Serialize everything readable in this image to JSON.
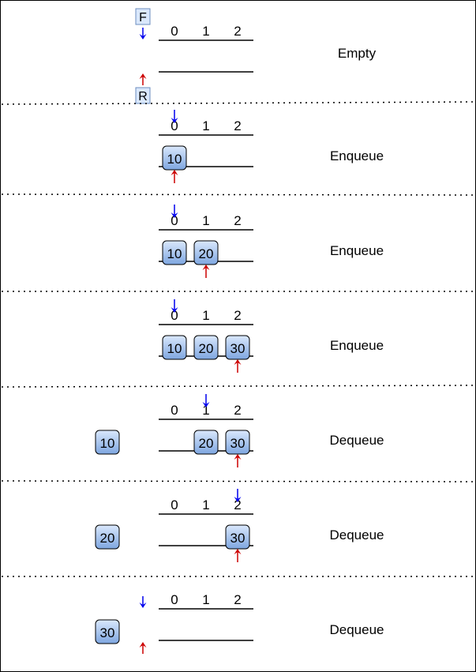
{
  "colors": {
    "front_arrow": "#0000ee",
    "rear_arrow": "#cc0000",
    "box_top": "#dae8fc",
    "box_bottom": "#7ea6e0",
    "box_stroke": "#000000",
    "label_box_fill": "#dae8fc",
    "label_box_stroke": "#6c8ebf"
  },
  "pointer_labels": {
    "front": "F",
    "rear": "R"
  },
  "states": [
    {
      "indices": [
        "0",
        "1",
        "2"
      ],
      "slots": [
        "",
        "",
        ""
      ],
      "removed": "",
      "front": "before",
      "rear": "before",
      "operation": "Empty",
      "show_labels": true
    },
    {
      "indices": [
        "0",
        "1",
        "2"
      ],
      "slots": [
        "10",
        "",
        ""
      ],
      "removed": "",
      "front": 0,
      "rear": 0,
      "operation": "Enqueue",
      "show_labels": false
    },
    {
      "indices": [
        "0",
        "1",
        "2"
      ],
      "slots": [
        "10",
        "20",
        ""
      ],
      "removed": "",
      "front": 0,
      "rear": 1,
      "operation": "Enqueue",
      "show_labels": false
    },
    {
      "indices": [
        "0",
        "1",
        "2"
      ],
      "slots": [
        "10",
        "20",
        "30"
      ],
      "removed": "",
      "front": 0,
      "rear": 2,
      "operation": "Enqueue",
      "show_labels": false
    },
    {
      "indices": [
        "0",
        "1",
        "2"
      ],
      "slots": [
        "",
        "20",
        "30"
      ],
      "removed": "10",
      "front": 1,
      "rear": 2,
      "operation": "Dequeue",
      "show_labels": false
    },
    {
      "indices": [
        "0",
        "1",
        "2"
      ],
      "slots": [
        "",
        "",
        "30"
      ],
      "removed": "20",
      "front": 2,
      "rear": 2,
      "operation": "Dequeue",
      "show_labels": false
    },
    {
      "indices": [
        "0",
        "1",
        "2"
      ],
      "slots": [
        "",
        "",
        ""
      ],
      "removed": "30",
      "front": "before",
      "rear": "before",
      "operation": "Dequeue",
      "show_labels": false
    }
  ]
}
